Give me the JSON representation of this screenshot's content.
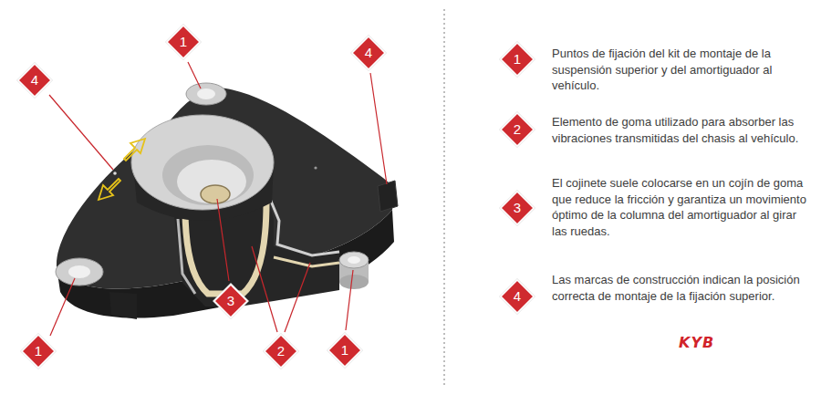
{
  "diagram": {
    "nodes": [
      {
        "text": [
          "1"
        ]
      },
      {
        "text": [
          "4"
        ]
      },
      {
        "text": [
          "4"
        ]
      },
      {
        "text": [
          "3"
        ]
      },
      {
        "text": [
          "1"
        ]
      },
      {
        "text": [
          "2"
        ]
      },
      {
        "text": [
          "1"
        ]
      },
      {
        "text": [
          "1",
          "Puntos de fijación del kit de montaje de la suspensión superior y del amortiguador al vehículo."
        ]
      },
      {
        "text": [
          "2",
          "Elemento de goma utilizado para absorber las vibraciones transmitidas del chasis al vehículo."
        ]
      },
      {
        "text": [
          "3",
          "El cojinete suele colocarse en un cojín de goma que reduce la fricción y garantiza un movimiento óptimo de la columna del amortiguador al girar las ruedas."
        ]
      },
      {
        "text": [
          "4",
          "Las marcas de construcción indican la posición correcta de montaje de la fijación superior."
        ]
      }
    ],
    "labels": [
      "KYB"
    ]
  }
}
